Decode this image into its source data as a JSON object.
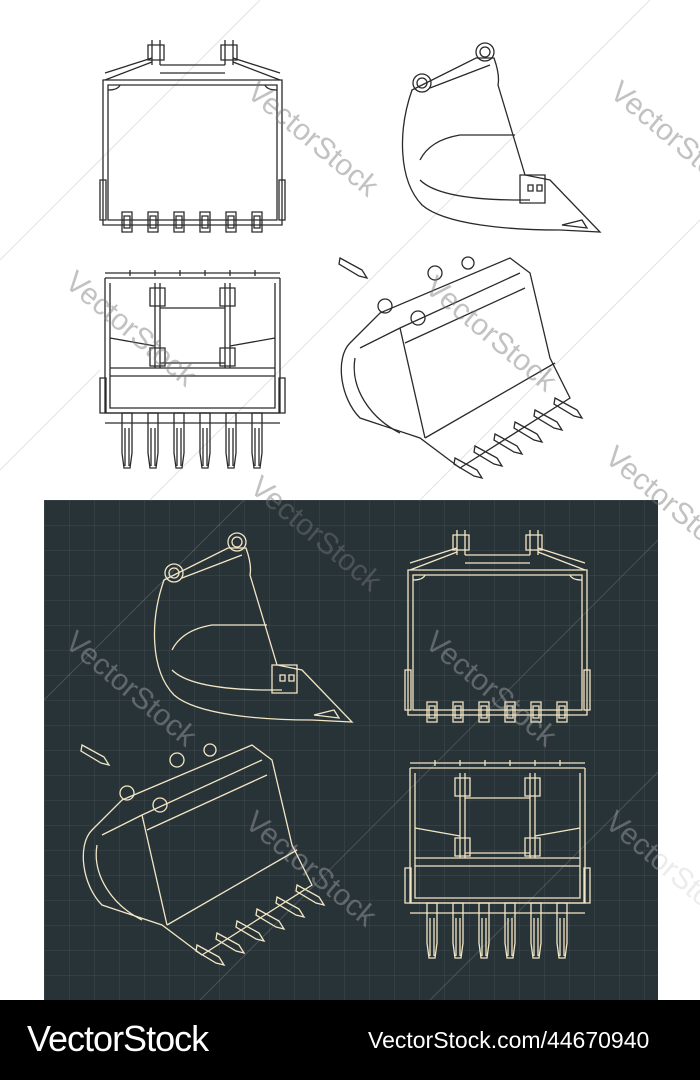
{
  "colors": {
    "light_bg": "#ffffff",
    "light_line": "#1a1a1a",
    "dark_bg": "#283338",
    "dark_line": "#f3e6c4",
    "footer_bg": "#000000"
  },
  "drawings": {
    "light": [
      "front-view",
      "side-view",
      "back-view",
      "isometric-view"
    ],
    "dark": [
      "side-view",
      "front-view",
      "isometric-view",
      "back-view"
    ]
  },
  "watermark": "VectorStock",
  "footer": {
    "brand": "VectorStock",
    "url": "VectorStock.com/44670940"
  }
}
